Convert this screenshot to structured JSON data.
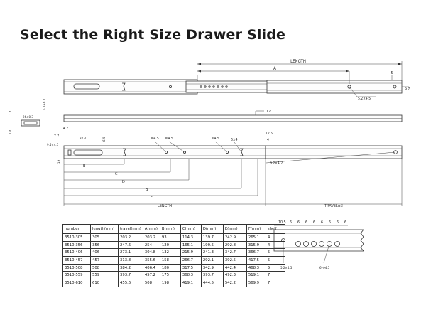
{
  "title": "Select the Right Size Drawer Slide",
  "top_view": {
    "length_label": "LENGTH",
    "a_label": "A",
    "dim_5": "5",
    "dim_9_7": "9.7",
    "hole_label": "5.2×4.5"
  },
  "side_view": {
    "dim_17": "17",
    "dim_1_4_a": "1.4",
    "dim_1_4_b": "1.4",
    "dim_26_0_3": "26±0.3",
    "dim_5_2_0_2": "5.2±0.2"
  },
  "bottom_view": {
    "dim_14_2": "14.2",
    "dim_7_7": "7.7",
    "dim_9_5_4_5": "9.5×4.5",
    "dim_32_3": "32.3",
    "dim_6_9": "6.9",
    "dim_19": "19",
    "phi_a": "Φ4.5",
    "phi_b": "Φ4.5",
    "phi_c": "Φ4.5",
    "phi_d": "6×4",
    "dim_12_5": "12.5",
    "dim_4": "4",
    "hole_label": "9.2×4.2",
    "b1": "B",
    "c": "C",
    "d": "D",
    "b2": "B",
    "f": "F",
    "length_label": "LENGTH",
    "travel_label": "TRAVEL±3"
  },
  "detail_view": {
    "pitches": [
      "10.5",
      "6",
      "6",
      "6",
      "6",
      "6",
      "6",
      "6",
      "6"
    ],
    "hole_label_a": "5.2×4.5",
    "hole_label_b": "6–Φ4.5"
  },
  "table": {
    "headers": [
      "number",
      "length(mm)",
      "travel(mm)",
      "A(mm)",
      "B(mm)",
      "C(mm)",
      "D(mm)",
      "E(mm)",
      "F(mm)",
      "shelf"
    ],
    "rows": [
      [
        "3510-305",
        "305",
        "203.2",
        "203.2",
        "93",
        "114.3",
        "139.7",
        "242.9",
        "265.1",
        "4"
      ],
      [
        "3510-356",
        "356",
        "247.6",
        "254",
        "120",
        "165.1",
        "190.5",
        "292.8",
        "315.9",
        "4"
      ],
      [
        "3510-406",
        "406",
        "273.1",
        "304.8",
        "132",
        "215.9",
        "241.3",
        "342.7",
        "366.7",
        "5"
      ],
      [
        "3510-457",
        "457",
        "313.8",
        "355.6",
        "158",
        "266.7",
        "292.1",
        "392.5",
        "417.5",
        "5"
      ],
      [
        "3510-508",
        "508",
        "384.2",
        "406.4",
        "180",
        "317.5",
        "342.9",
        "442.4",
        "468.3",
        "5"
      ],
      [
        "3510-559",
        "559",
        "393.7",
        "457.2",
        "175",
        "368.3",
        "393.7",
        "492.3",
        "519.1",
        "7"
      ],
      [
        "3510-610",
        "610",
        "455.6",
        "508",
        "198",
        "419.1",
        "444.5",
        "542.2",
        "569.9",
        "7"
      ]
    ]
  }
}
